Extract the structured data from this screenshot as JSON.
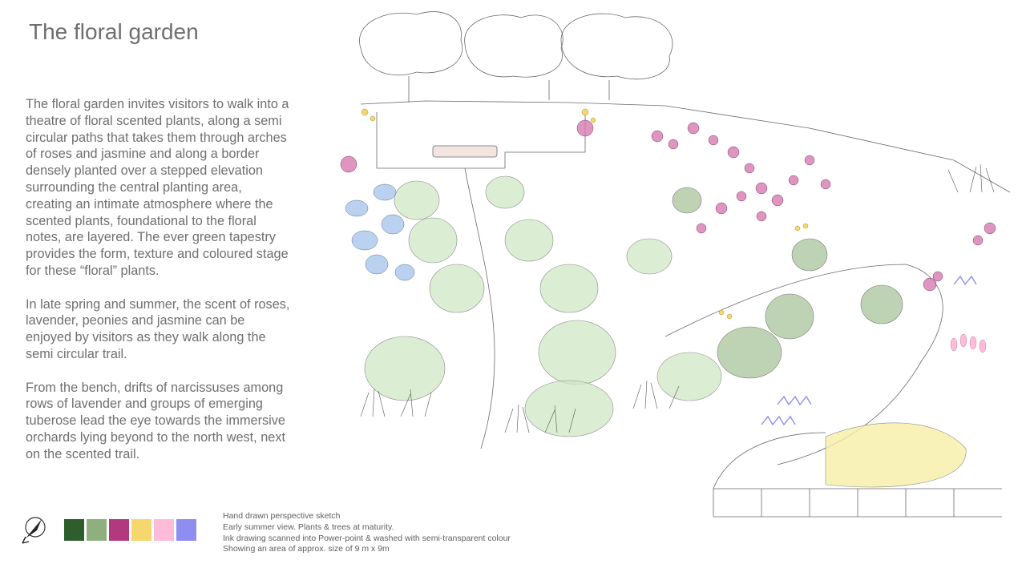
{
  "page": {
    "title": "The floral garden",
    "paragraphs": [
      "The floral garden invites visitors to walk into a theatre of floral scented plants, along a semi circular paths that takes them through arches of roses and jasmine and along a border densely planted over a stepped elevation surrounding the central planting area, creating an intimate atmosphere where the scented plants, foundational to the floral notes, are layered. The ever green tapestry provides the form, texture and coloured stage for these “floral” plants.",
      "In late spring and summer, the scent of roses, lavender, peonies and jasmine can be enjoyed by visitors as they walk along the semi circular trail.",
      "From the bench, drifts of narcissuses among rows of lavender and groups of emerging tuberose lead the eye towards the immersive orchards lying beyond to the north west, next on the scented trail."
    ]
  },
  "legend": {
    "palette": [
      "#2e5e2c",
      "#8fb07c",
      "#b03a7d",
      "#f5d76e",
      "#ffbcd8",
      "#8e8ef0"
    ],
    "north_icon": "north-arrow-icon"
  },
  "notes": [
    "Hand drawn perspective sketch",
    "Early summer view. Plants & trees at maturity.",
    "Ink drawing scanned into Power-point & washed with semi-transparent colour",
    "Showing an area of approx. size of 9 m x 9m"
  ]
}
